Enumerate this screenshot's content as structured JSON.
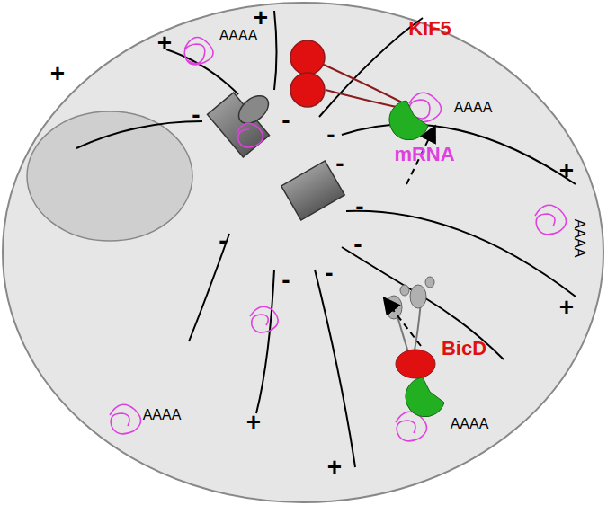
{
  "diagram": {
    "labels": [
      "KIF5",
      "mRNA",
      "BicD",
      "AAAA",
      "AAAA",
      "AAAA",
      "AAAA",
      "AAAA",
      "+",
      "+",
      "+",
      "+",
      "+",
      "+",
      "+",
      "-",
      "-",
      "-",
      "-",
      "-",
      "-",
      "-",
      "-",
      "-"
    ]
  }
}
